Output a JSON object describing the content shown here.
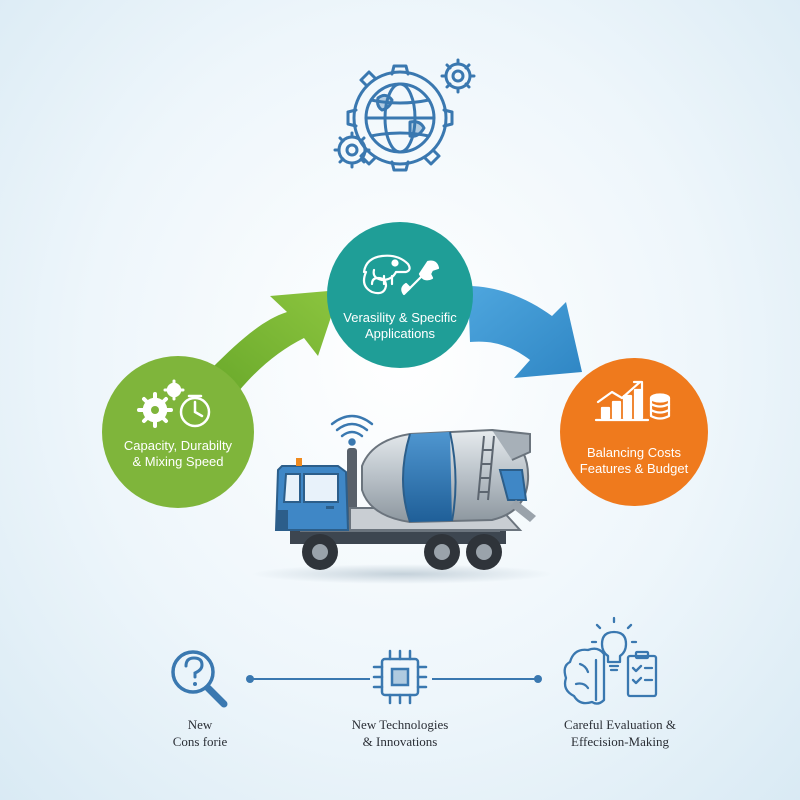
{
  "colors": {
    "green": "#7fb53b",
    "teal": "#1f9e97",
    "orange": "#ef7a1d",
    "blue_arrow": "#3d95d1",
    "outline_blue": "#3a78b0",
    "truck_blue": "#3f87c6"
  },
  "nodes": [
    {
      "id": "capacity",
      "icon": "gears-clock-icon",
      "lines": [
        "Capacity, Durabilty",
        "& Mixing Speed"
      ]
    },
    {
      "id": "versatility",
      "icon": "chameleon-wrench-icon",
      "lines": [
        "Verasility & Specific",
        "Applications"
      ]
    },
    {
      "id": "balancing",
      "icon": "bar-chart-coins-icon",
      "lines": [
        "Balancing Costs",
        "Features & Budget"
      ]
    }
  ],
  "top_icon": "globe-gears-icon",
  "center_image": "cement-mixer-truck",
  "timeline": [
    {
      "id": "new-cons",
      "icon": "question-magnifier-icon",
      "lines": [
        "New",
        "Cons forie"
      ]
    },
    {
      "id": "new-tech",
      "icon": "microchip-icon",
      "lines": [
        "New Technologies",
        "& Innovations"
      ]
    },
    {
      "id": "careful-eval",
      "icon": "brain-bulb-checklist-icon",
      "lines": [
        "Careful Evaluation &",
        "Effecision-Making"
      ]
    }
  ]
}
